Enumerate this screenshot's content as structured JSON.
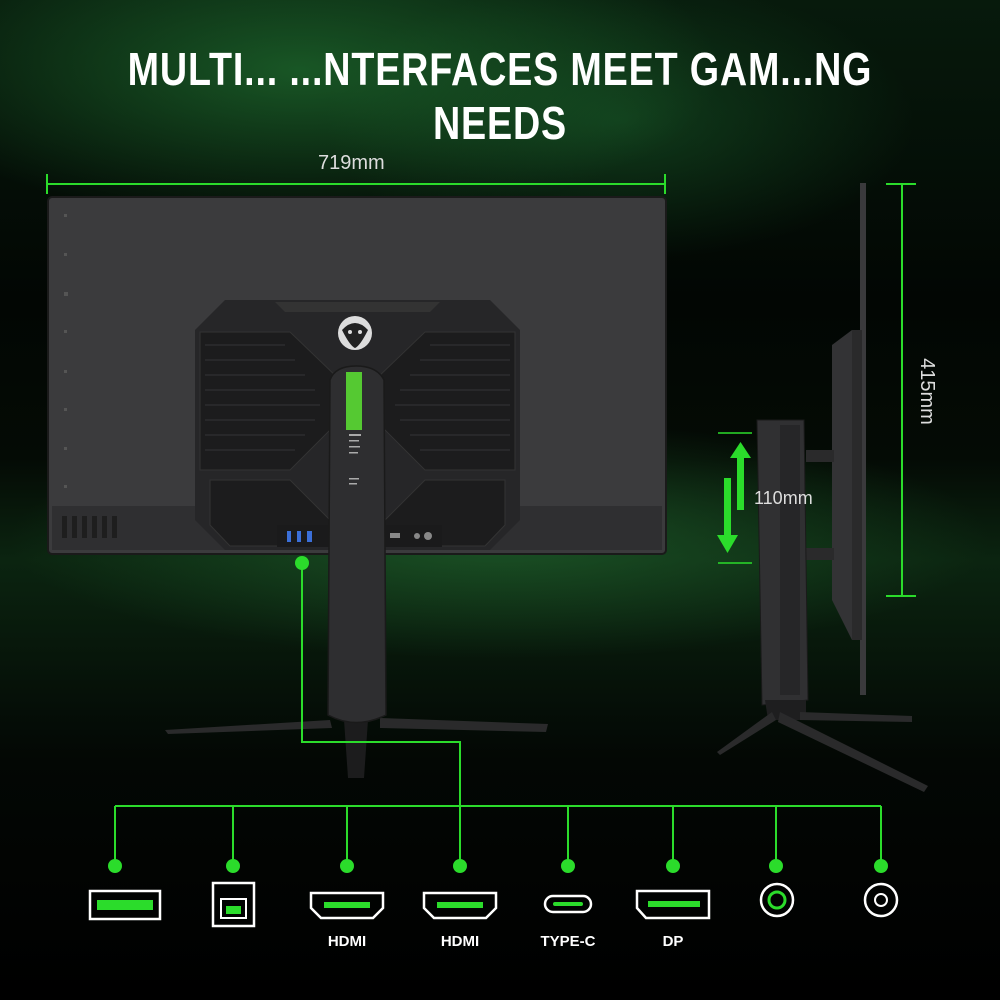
{
  "headline": "MULTI... ...NTERFACES MEET GAM...NG NEEDS",
  "dimensions": {
    "width": "719mm",
    "height": "415mm",
    "height_adjust": "110mm"
  },
  "ports": [
    {
      "icon": "usb-a-port-icon",
      "label": ""
    },
    {
      "icon": "usb-b-port-icon",
      "label": ""
    },
    {
      "icon": "hdmi-port-icon",
      "label": "HDMI"
    },
    {
      "icon": "hdmi-port-icon",
      "label": "HDMI"
    },
    {
      "icon": "usb-c-port-icon",
      "label": "TYPE-C"
    },
    {
      "icon": "displayport-icon",
      "label": "DP"
    },
    {
      "icon": "audio-jack-icon",
      "label": ""
    },
    {
      "icon": "power-jack-icon",
      "label": ""
    }
  ],
  "colors": {
    "accent": "#2bdc2b",
    "monitor": "#3a3a3c",
    "background": "#020603"
  }
}
